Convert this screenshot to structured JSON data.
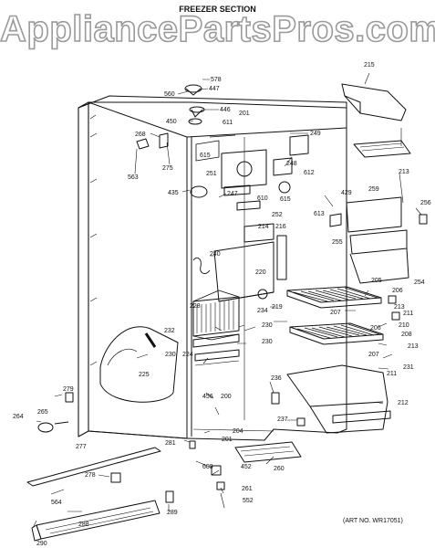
{
  "watermark": "AppliancePartsPros.com",
  "title": "FREEZER SECTION",
  "art_no": "(ART NO. WR17051)",
  "parts": [
    {
      "id": "p578",
      "label": "578"
    },
    {
      "id": "p447",
      "label": "447"
    },
    {
      "id": "p560",
      "label": "560"
    },
    {
      "id": "p446",
      "label": "446"
    },
    {
      "id": "p450",
      "label": "450"
    },
    {
      "id": "p611",
      "label": "611"
    },
    {
      "id": "p201",
      "label": "201"
    },
    {
      "id": "p268",
      "label": "268"
    },
    {
      "id": "p275",
      "label": "275"
    },
    {
      "id": "p563",
      "label": "563"
    },
    {
      "id": "p615",
      "label": "615"
    },
    {
      "id": "p251",
      "label": "251"
    },
    {
      "id": "p435",
      "label": "435"
    },
    {
      "id": "p247",
      "label": "247"
    },
    {
      "id": "p249",
      "label": "249"
    },
    {
      "id": "p248",
      "label": "248"
    },
    {
      "id": "p612",
      "label": "612"
    },
    {
      "id": "p610",
      "label": "610"
    },
    {
      "id": "p615b",
      "label": "615"
    },
    {
      "id": "p613",
      "label": "613"
    },
    {
      "id": "p252",
      "label": "252"
    },
    {
      "id": "p215",
      "label": "215"
    },
    {
      "id": "p213a",
      "label": "213"
    },
    {
      "id": "p429",
      "label": "429"
    },
    {
      "id": "p259",
      "label": "259"
    },
    {
      "id": "p256",
      "label": "256"
    },
    {
      "id": "p214",
      "label": "214"
    },
    {
      "id": "p216",
      "label": "216"
    },
    {
      "id": "p255",
      "label": "255"
    },
    {
      "id": "p240",
      "label": "240"
    },
    {
      "id": "p220",
      "label": "220"
    },
    {
      "id": "p254",
      "label": "254"
    },
    {
      "id": "p205",
      "label": "205"
    },
    {
      "id": "p206a",
      "label": "206"
    },
    {
      "id": "p219",
      "label": "219"
    },
    {
      "id": "p228",
      "label": "228"
    },
    {
      "id": "p234",
      "label": "234"
    },
    {
      "id": "p207a",
      "label": "207"
    },
    {
      "id": "p213b",
      "label": "213"
    },
    {
      "id": "p211a",
      "label": "211"
    },
    {
      "id": "p210",
      "label": "210"
    },
    {
      "id": "p230a",
      "label": "230"
    },
    {
      "id": "p206b",
      "label": "206"
    },
    {
      "id": "p208",
      "label": "208"
    },
    {
      "id": "p232",
      "label": "232"
    },
    {
      "id": "p230b",
      "label": "230"
    },
    {
      "id": "p224",
      "label": "224"
    },
    {
      "id": "p213c",
      "label": "213"
    },
    {
      "id": "p230c",
      "label": "230"
    },
    {
      "id": "p207b",
      "label": "207"
    },
    {
      "id": "p211b",
      "label": "211"
    },
    {
      "id": "p231",
      "label": "231"
    },
    {
      "id": "p225",
      "label": "225"
    },
    {
      "id": "p236",
      "label": "236"
    },
    {
      "id": "p279",
      "label": "279"
    },
    {
      "id": "p456",
      "label": "456"
    },
    {
      "id": "p200",
      "label": "200"
    },
    {
      "id": "p212",
      "label": "212"
    },
    {
      "id": "p265",
      "label": "265"
    },
    {
      "id": "p264",
      "label": "264"
    },
    {
      "id": "p237",
      "label": "237"
    },
    {
      "id": "p204",
      "label": "204"
    },
    {
      "id": "p281",
      "label": "281"
    },
    {
      "id": "p201b",
      "label": "201"
    },
    {
      "id": "p277",
      "label": "277"
    },
    {
      "id": "p609",
      "label": "609"
    },
    {
      "id": "p452",
      "label": "452"
    },
    {
      "id": "p260",
      "label": "260"
    },
    {
      "id": "p278",
      "label": "278"
    },
    {
      "id": "p564",
      "label": "564"
    },
    {
      "id": "p261",
      "label": "261"
    },
    {
      "id": "p289",
      "label": "289"
    },
    {
      "id": "p552",
      "label": "552"
    },
    {
      "id": "p288",
      "label": "288"
    },
    {
      "id": "p290",
      "label": "290"
    }
  ]
}
